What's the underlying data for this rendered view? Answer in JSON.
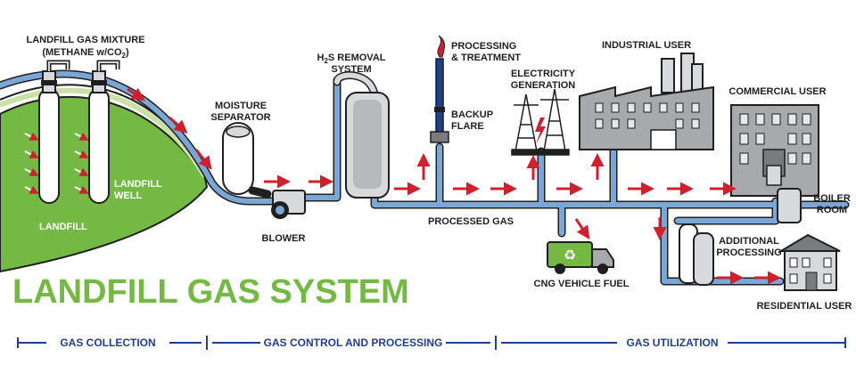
{
  "title": "LANDFILL GAS SYSTEM",
  "labels": {
    "gas_mixture_1": "LANDFILL GAS MIXTURE",
    "gas_mixture_2": "(METHANE w/CO",
    "gas_mixture_sub": "2",
    "gas_mixture_end": ")",
    "landfill": "LANDFILL",
    "landfill_well_1": "LANDFILL",
    "landfill_well_2": "WELL",
    "moisture_1": "MOISTURE",
    "moisture_2": "SEPARATOR",
    "blower": "BLOWER",
    "h2s_1_pre": "H",
    "h2s_1_sub": "2",
    "h2s_1_post": "S REMOVAL",
    "h2s_2": "SYSTEM",
    "processing_1": "PROCESSING",
    "processing_2": "& TREATMENT",
    "backup_1": "BACKUP",
    "backup_2": "FLARE",
    "electricity_1": "ELECTRICITY",
    "electricity_2": "GENERATION",
    "industrial": "INDUSTRIAL USER",
    "commercial": "COMMERCIAL USER",
    "processed_gas": "PROCESSED GAS",
    "cng": "CNG VEHICLE FUEL",
    "boiler_1": "BOILER",
    "boiler_2": "ROOM",
    "additional_1": "ADDITIONAL",
    "additional_2": "PROCESSING",
    "residential": "RESIDENTIAL USER"
  },
  "sections": [
    "GAS COLLECTION",
    "GAS CONTROL AND PROCESSING",
    "GAS UTILIZATION"
  ],
  "colors": {
    "accent_green": "#74b943",
    "pipe_blue": "#7ba7d6",
    "arrow_red": "#d0202e",
    "section_blue": "#1f3f8f",
    "equipment_gray": "#d8d9dc",
    "building_gray": "#a7a9ac"
  },
  "icons": [
    "recycle-icon",
    "lightning-bolt-icon",
    "flame-icon"
  ]
}
